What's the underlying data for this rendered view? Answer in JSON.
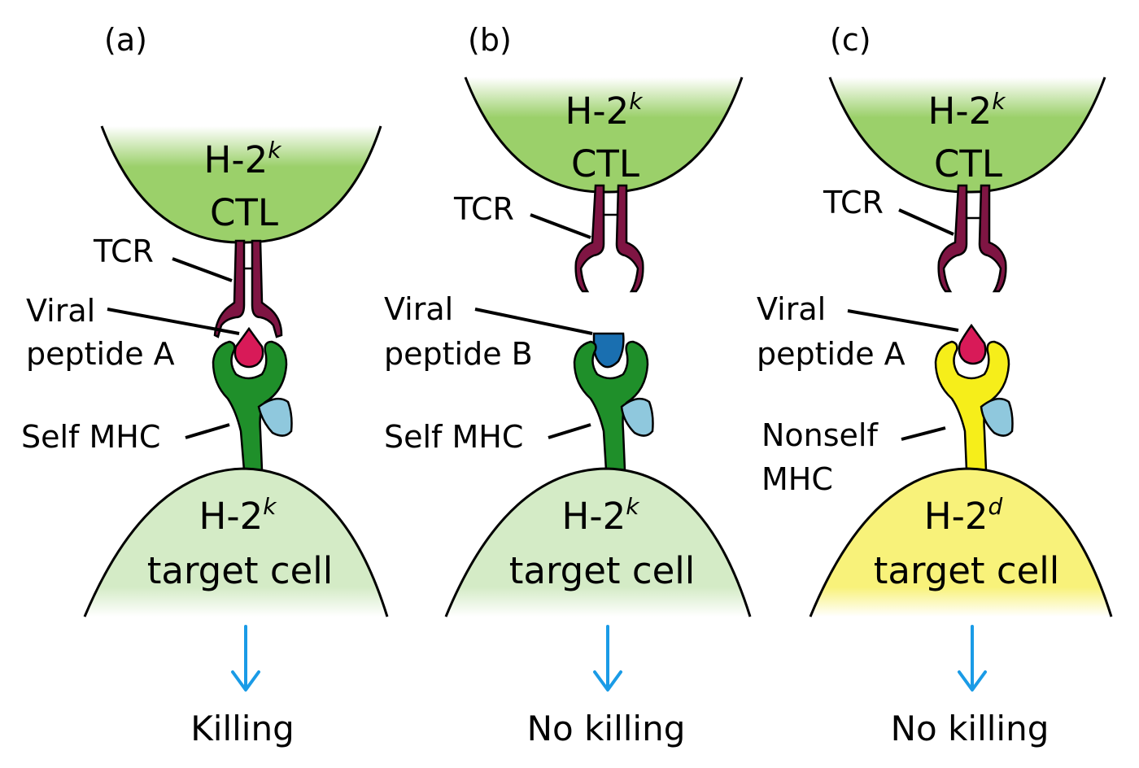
{
  "panels": [
    {
      "letter": "(a)",
      "ctl": {
        "prefix": "H-2",
        "sup": "k",
        "name": "CTL"
      },
      "tcr_label": "TCR",
      "peptide": [
        "Viral",
        "peptide A"
      ],
      "mhc": [
        "Self MHC"
      ],
      "target": {
        "prefix": "H-2",
        "sup": "k",
        "name": "target cell"
      },
      "outcome": "Killing"
    },
    {
      "letter": "(b)",
      "ctl": {
        "prefix": "H-2",
        "sup": "k",
        "name": "CTL"
      },
      "tcr_label": "TCR",
      "peptide": [
        "Viral",
        "peptide B"
      ],
      "mhc": [
        "Self MHC"
      ],
      "target": {
        "prefix": "H-2",
        "sup": "k",
        "name": "target cell"
      },
      "outcome": "No killing"
    },
    {
      "letter": "(c)",
      "ctl": {
        "prefix": "H-2",
        "sup": "k",
        "name": "CTL"
      },
      "tcr_label": "TCR",
      "peptide": [
        "Viral",
        "peptide A"
      ],
      "mhc": [
        "Nonself",
        "MHC"
      ],
      "target": {
        "prefix": "H-2",
        "sup": "d",
        "name": "target cell"
      },
      "outcome": "No killing"
    }
  ],
  "colors": {
    "ctl_cell": "#9bd06a",
    "self_target_cell": "#d4ebc6",
    "nonself_target_cell": "#f8f27a",
    "tcr": "#7f1543",
    "self_mhc": "#1f8f2a",
    "nonself_mhc": "#f6ee1a",
    "beta2m": "#8fc8dd",
    "peptide_a": "#d81a58",
    "peptide_b": "#1a6fb0",
    "arrow": "#1a9be6"
  },
  "icons": [
    "down-arrow-icon"
  ]
}
